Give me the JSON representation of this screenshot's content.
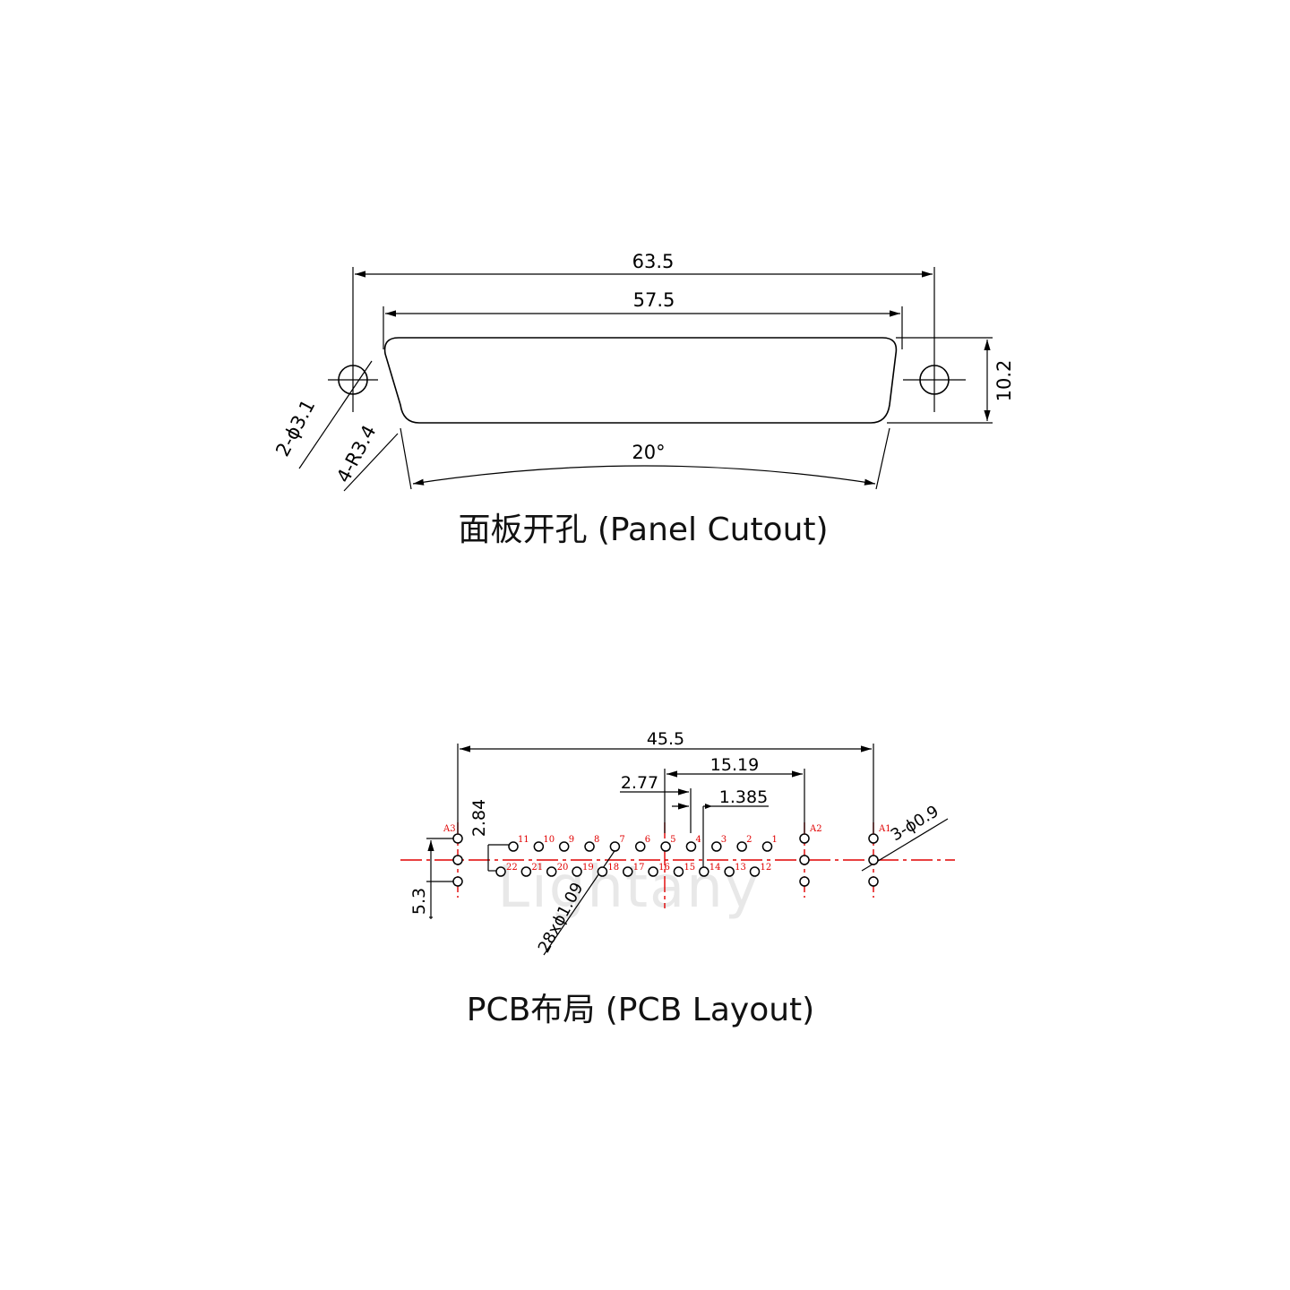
{
  "panel": {
    "caption": "面板开孔 (Panel Cutout)",
    "dim_overall": "63.5",
    "dim_cutout": "57.5",
    "dim_height": "10.2",
    "dim_angle": "20°",
    "note_holes": "2-ϕ3.1",
    "note_radius": "4-R3.4"
  },
  "pcb": {
    "caption": "PCB布局 (PCB Layout)",
    "dim_total": "45.5",
    "dim_center_to_a2": "15.19",
    "dim_pitch_x2": "2.77",
    "dim_pitch": "1.385",
    "dim_row": "2.84",
    "dim_a3_span": "5.3",
    "note_pins": "28xϕ1.09",
    "note_mount": "3-ϕ0.9",
    "top_row_labels": [
      "11",
      "10",
      "9",
      "8",
      "7",
      "6",
      "5",
      "4",
      "3",
      "2",
      "1"
    ],
    "bottom_row_labels": [
      "22",
      "21",
      "20",
      "19",
      "18",
      "17",
      "16",
      "15",
      "14",
      "13",
      "12"
    ],
    "a_labels": [
      "A3",
      "A2",
      "A1"
    ],
    "watermark": "Lightany"
  },
  "colors": {
    "line": "#000000",
    "centerline": "#e00000",
    "pin_label": "#e00000",
    "watermark": "#d6d6d6"
  }
}
